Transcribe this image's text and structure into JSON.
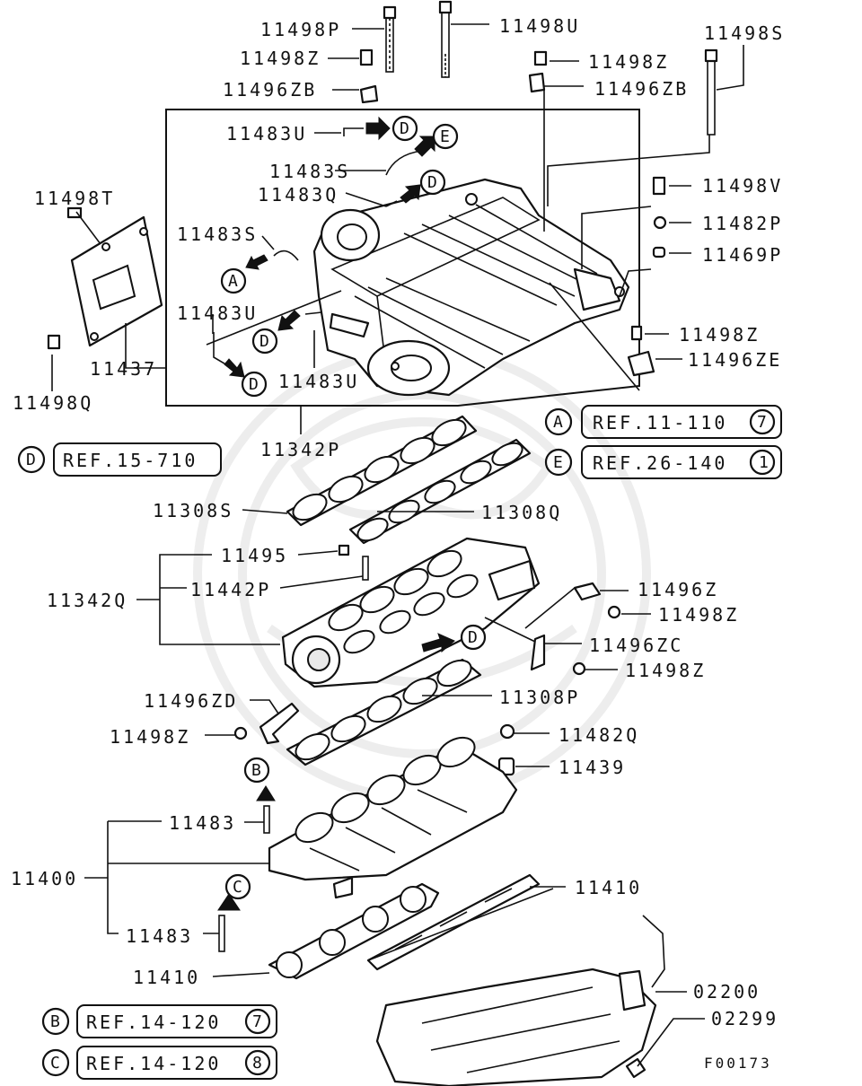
{
  "diagram_code": "F00173",
  "labels": {
    "p11498P": "11498P",
    "p11498U": "11498U",
    "p11498S": "11498S",
    "p11498Z_top_left": "11498Z",
    "p11498Z_top_right": "11498Z",
    "p11496ZB_left": "11496ZB",
    "p11496ZB_right": "11496ZB",
    "p11483U_top": "11483U",
    "p11483S_top": "11483S",
    "p11483Q": "11483Q",
    "p11483S_left": "11483S",
    "p11483U_left": "11483U",
    "p11483U_bottom": "11483U",
    "p11498T": "11498T",
    "p11437": "11437",
    "p11498Q": "11498Q",
    "p11498V": "11498V",
    "p11482P": "11482P",
    "p11469P": "11469P",
    "p11498Z_right": "11498Z",
    "p11496ZE": "11496ZE",
    "p11342P": "11342P",
    "p11308S": "11308S",
    "p11308Q": "11308Q",
    "p11495": "11495",
    "p11442P": "11442P",
    "p11342Q": "11342Q",
    "p11496Z": "11496Z",
    "p11498Z_mid1": "11498Z",
    "p11496ZC": "11496ZC",
    "p11498Z_mid2": "11498Z",
    "p11496ZD": "11496ZD",
    "p11308P": "11308P",
    "p11498Z_left": "11498Z",
    "p11482Q": "11482Q",
    "p11439": "11439",
    "p11483_upper": "11483",
    "p11400": "11400",
    "p11483_lower": "11483",
    "p11410_right": "11410",
    "p11410_left": "11410",
    "p02200": "02200",
    "p02299": "02299"
  },
  "markers": {
    "A": "A",
    "B": "B",
    "C": "C",
    "D": "D",
    "E": "E"
  },
  "references": [
    {
      "marker": "A",
      "text": "REF.11-110",
      "num": "7"
    },
    {
      "marker": "E",
      "text": "REF.26-140",
      "num": "1"
    },
    {
      "marker": "D",
      "text": "REF.15-710",
      "num": ""
    },
    {
      "marker": "B",
      "text": "REF.14-120",
      "num": "7"
    },
    {
      "marker": "C",
      "text": "REF.14-120",
      "num": "8"
    }
  ]
}
